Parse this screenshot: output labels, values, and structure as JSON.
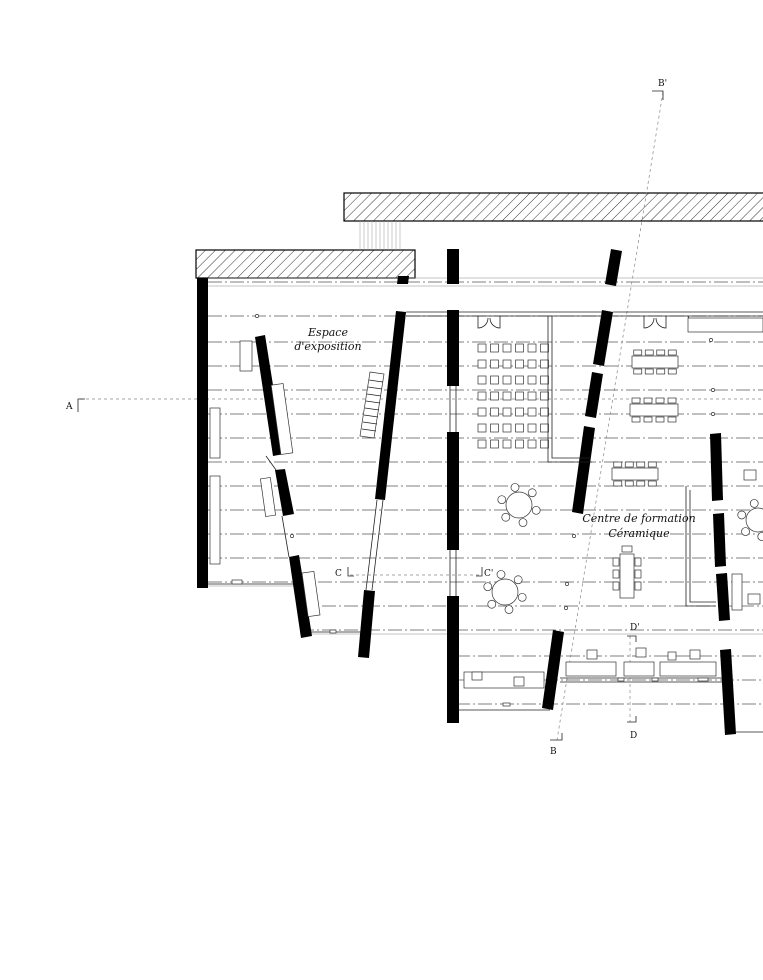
{
  "labels": {
    "espace_line1": "Espace",
    "espace_line2": "d'exposition",
    "centre_line1": "Centre de formation",
    "centre_line2": "Céramique"
  },
  "section_marks": {
    "a": "A",
    "b": "B",
    "b_prime": "B'",
    "c": "C",
    "c_prime": "C'",
    "d": "D",
    "d_prime": "D'"
  }
}
